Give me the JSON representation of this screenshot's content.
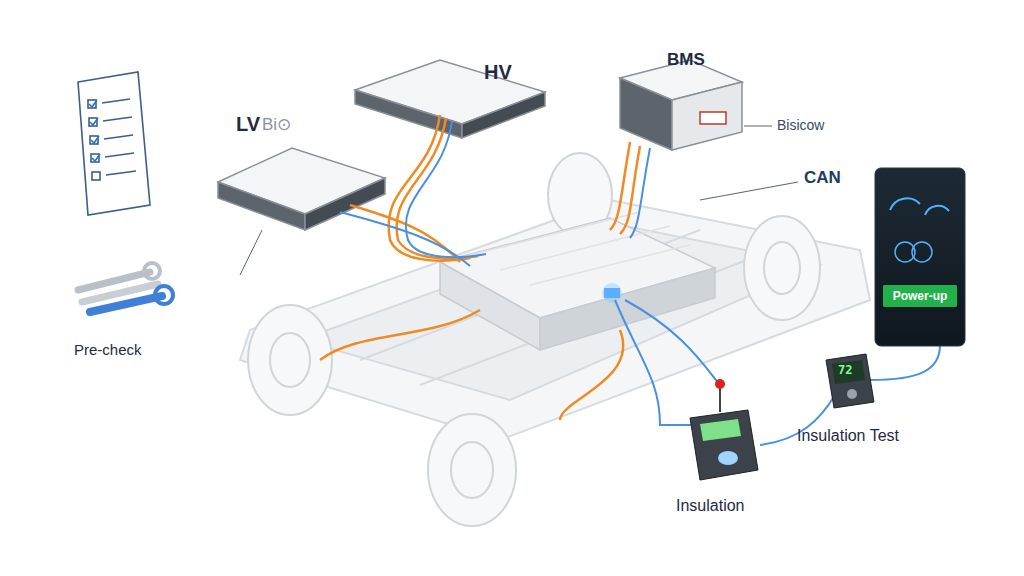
{
  "diagram": {
    "nodes": [
      {
        "text": [
          "Power-up"
        ]
      }
    ],
    "labels": [
      "LV",
      "Bi⊙",
      "HV",
      "BMS",
      "Bisicow",
      "CAN",
      "Pre-check",
      "Insulation Test",
      "Insulation",
      "72"
    ]
  }
}
